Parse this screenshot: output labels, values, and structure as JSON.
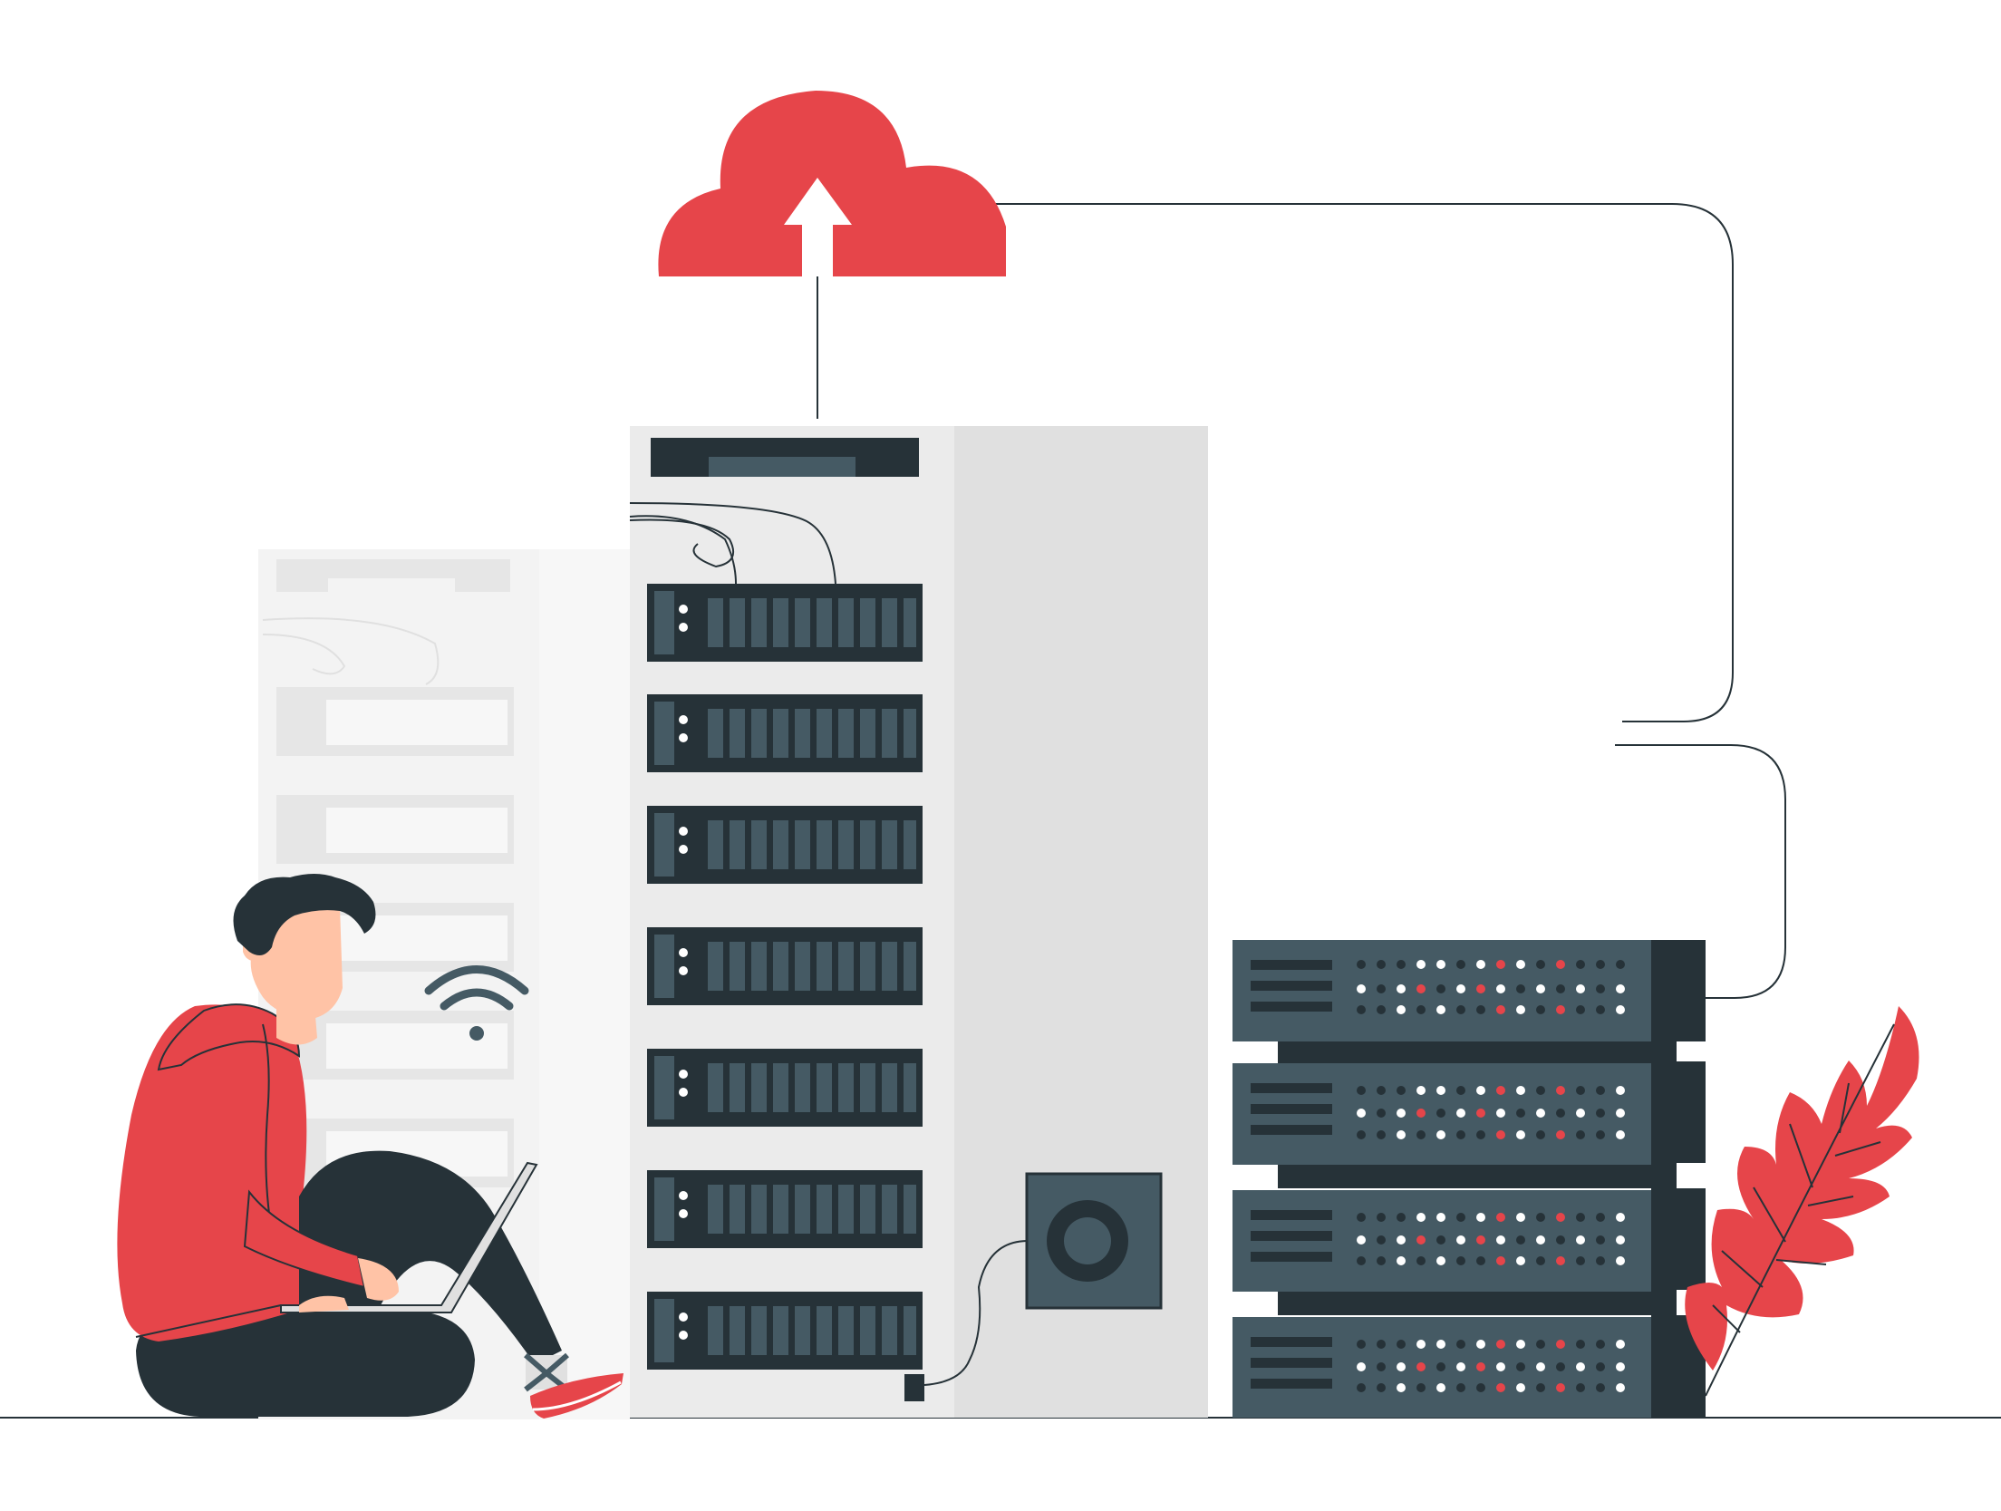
{
  "illustration": {
    "subject": "server-room",
    "palette": {
      "accent_red": "#E6454A",
      "dark": "#263238",
      "slate": "#455A64",
      "light_gray": "#EBEBEB",
      "mid_gray": "#E0E0E0",
      "faded_gray": "#F3F3F3",
      "skin": "#FFC3A6",
      "white": "#FFFFFF"
    },
    "elements": {
      "cloud_icon": "cloud-upload",
      "wifi_icon": "wifi",
      "rack_drive_count": 7,
      "back_rack_drive_count": 5,
      "stack_unit_count": 4
    }
  }
}
